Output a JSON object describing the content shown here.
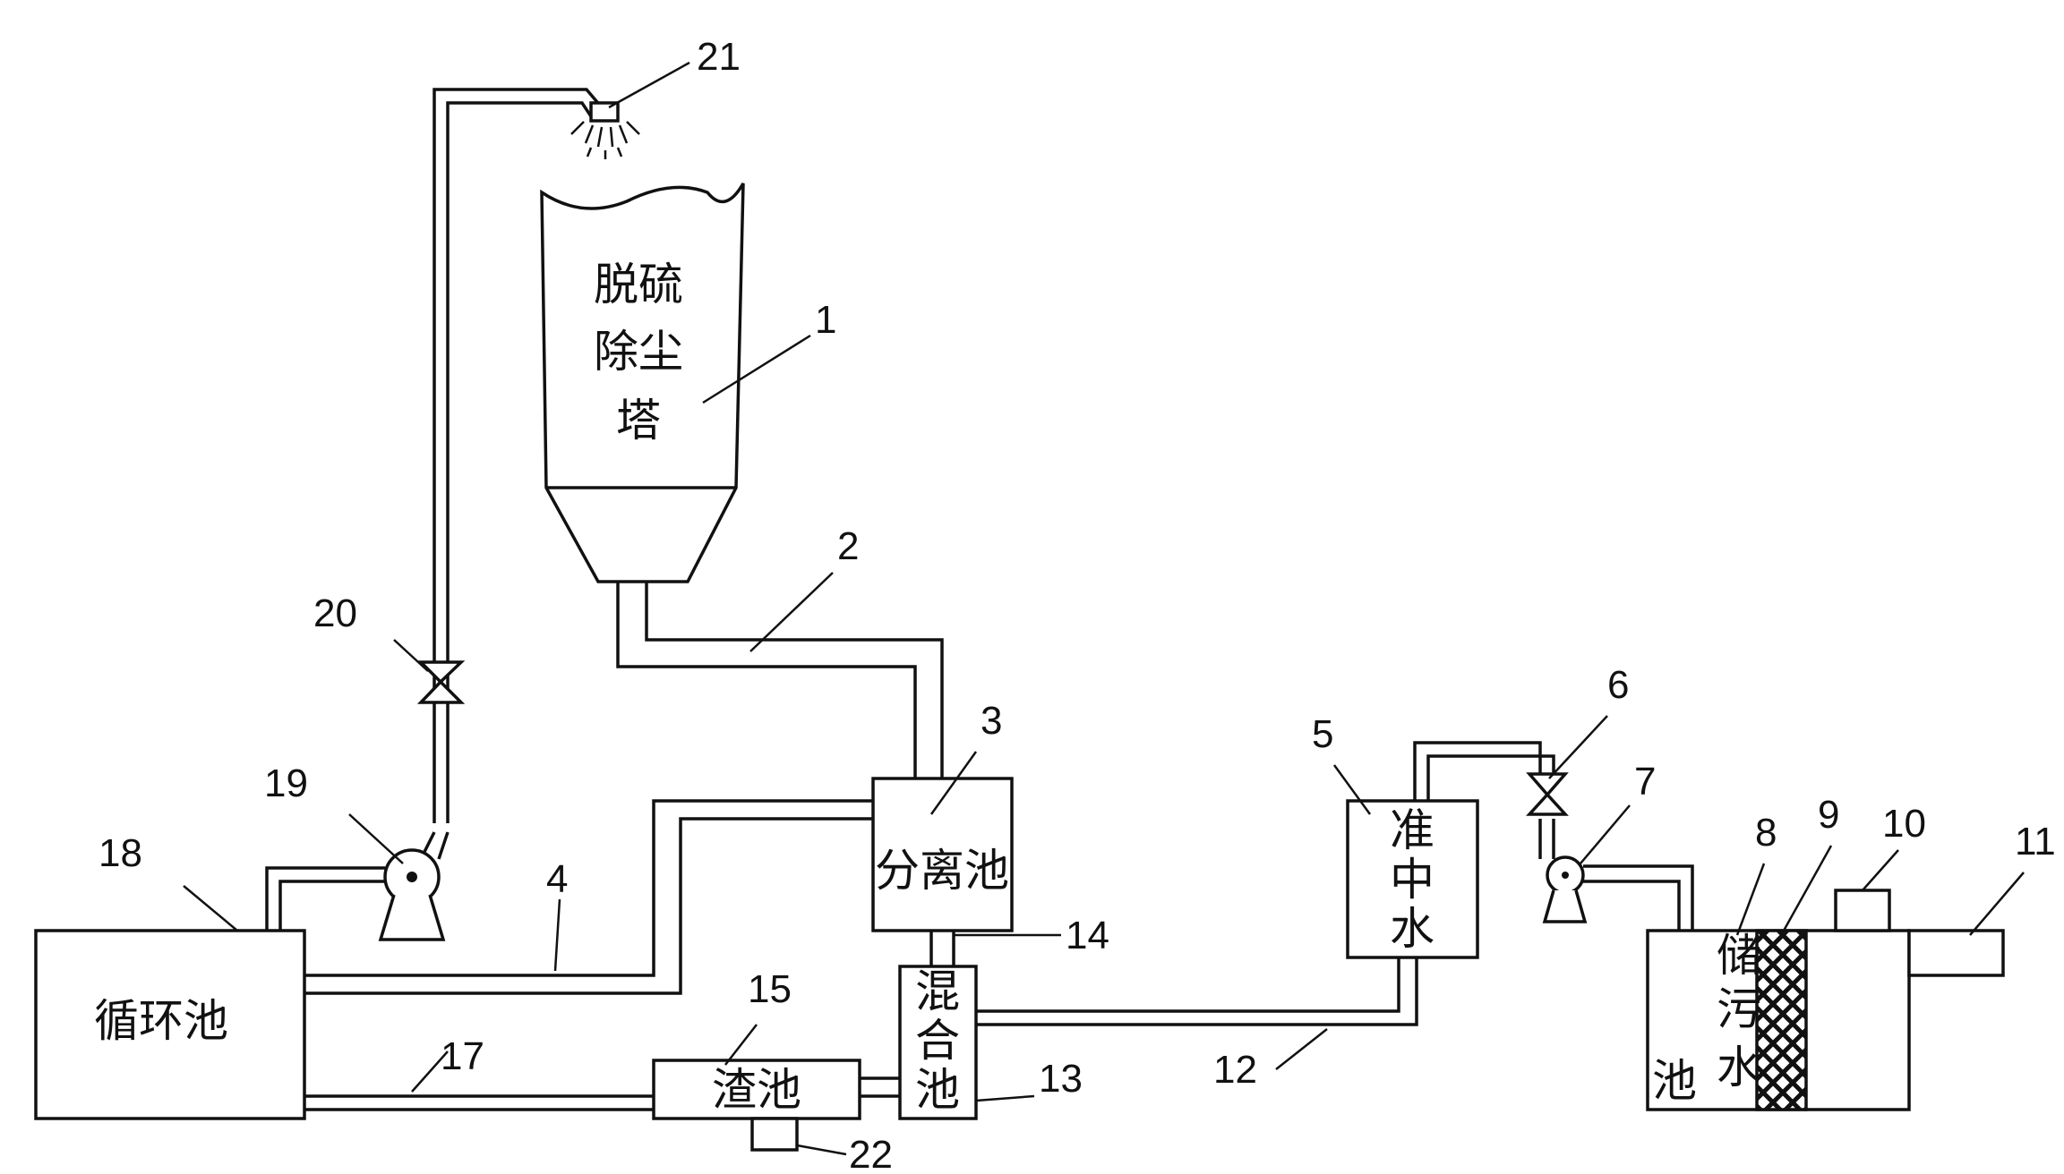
{
  "components": {
    "tower": [
      "脱硫",
      "除尘",
      "塔"
    ],
    "separation_tank": "分离池",
    "quasi_reclaimed_water": [
      "准",
      "中",
      "水"
    ],
    "mixing_tank": [
      "混",
      "合",
      "池"
    ],
    "slag_tank": "渣池",
    "circulation_tank": "循环池",
    "sewage_storage_tank": [
      "储",
      "污",
      "水",
      "池"
    ]
  },
  "labels": {
    "n1": "1",
    "n2": "2",
    "n3": "3",
    "n4": "4",
    "n5": "5",
    "n6": "6",
    "n7": "7",
    "n8": "8",
    "n9": "9",
    "n10": "10",
    "n11": "11",
    "n12": "12",
    "n13": "13",
    "n14": "14",
    "n15": "15",
    "n17": "17",
    "n18": "18",
    "n19": "19",
    "n20": "20",
    "n21": "21",
    "n22": "22"
  }
}
